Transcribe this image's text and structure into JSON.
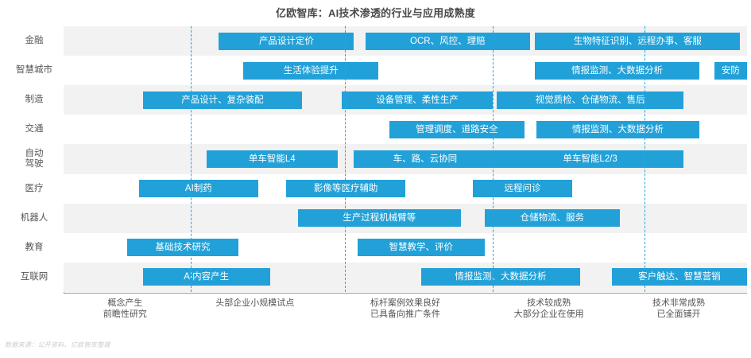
{
  "title": "亿欧智库：AI技术渗透的行业与应用成熟度",
  "source_note": "数据来源：公开资料、亿欧智库整理",
  "colors": {
    "bar": "#22a1d8",
    "gridline": "#2aa4da",
    "band": "#f2f2f2",
    "band_alt": "#ffffff",
    "axis": "#9a9a9a",
    "title_text": "#4a4a4a",
    "label_text": "#555555",
    "source_text": "#c9ccd1"
  },
  "chart_data": {
    "type": "bar",
    "title": "亿欧智库：AI技术渗透的行业与应用成熟度",
    "xlabel": "",
    "ylabel": "",
    "grid": true,
    "legend": "none",
    "x_axis_note": "成熟度阶段（从左到右由低到高），5 个阶段刻度，x 范围 0-100",
    "xlim": [
      0,
      100
    ],
    "stages": [
      {
        "index": 1,
        "center": 9,
        "label": "概念产生\n前瞻性研究"
      },
      {
        "index": 2,
        "center": 28,
        "label": "头部企业小规模试点"
      },
      {
        "index": 3,
        "center": 50,
        "label": "标杆案例效果良好\n已具备向推广条件"
      },
      {
        "index": 4,
        "center": 71,
        "label": "技术较成熟\n大部分企业在使用"
      },
      {
        "index": 5,
        "center": 90,
        "label": "技术非常成熟\n已全面铺开"
      }
    ],
    "gridlines": [
      18.6,
      41.2,
      62.8,
      85.0
    ],
    "categories": [
      "金融",
      "智慧城市",
      "制造",
      "交通",
      "自动\n驾驶",
      "医疗",
      "机器人",
      "教育",
      "互联网"
    ],
    "rows": [
      {
        "category": "金融",
        "bars": [
          {
            "label": "产品设计定价",
            "start": 22.7,
            "end": 42.5
          },
          {
            "label": "OCR、风控、理赔",
            "start": 44.2,
            "end": 68.2
          },
          {
            "label": "生物特征识别、远程办事、客服",
            "start": 69.0,
            "end": 99.0
          }
        ]
      },
      {
        "category": "智慧城市",
        "bars": [
          {
            "label": "生活体验提升",
            "start": 26.3,
            "end": 46.1
          },
          {
            "label": "情报监测、大数据分析",
            "start": 69.0,
            "end": 93.0
          },
          {
            "label": "安防",
            "start": 95.2,
            "end": 100.0
          }
        ]
      },
      {
        "category": "制造",
        "bars": [
          {
            "label": "产品设计、复杂装配",
            "start": 11.6,
            "end": 34.9
          },
          {
            "label": "设备管理、柔性生产",
            "start": 40.7,
            "end": 62.8
          },
          {
            "label": "视觉质检、仓储物流、售后",
            "start": 63.4,
            "end": 90.7
          }
        ]
      },
      {
        "category": "交通",
        "bars": [
          {
            "label": "管理调度、道路安全",
            "start": 47.7,
            "end": 67.4
          },
          {
            "label": "情报监测、大数据分析",
            "start": 69.2,
            "end": 93.0
          }
        ]
      },
      {
        "category": "自动\n驾驶",
        "bars": [
          {
            "label": "单车智能L4",
            "start": 20.9,
            "end": 40.1
          },
          {
            "label": "车、路、云协同",
            "start": 42.4,
            "end": 63.4
          },
          {
            "label": "单车智能L2/3",
            "start": 63.4,
            "end": 90.7
          }
        ]
      },
      {
        "category": "医疗",
        "bars": [
          {
            "label": "AI制药",
            "start": 11.0,
            "end": 28.5
          },
          {
            "label": "影像等医疗辅助",
            "start": 32.6,
            "end": 50.0
          },
          {
            "label": "远程问诊",
            "start": 59.9,
            "end": 74.4
          }
        ]
      },
      {
        "category": "机器人",
        "bars": [
          {
            "label": "生产过程机械臂等",
            "start": 34.3,
            "end": 58.1
          },
          {
            "label": "仓储物流、服务",
            "start": 61.6,
            "end": 81.4
          }
        ]
      },
      {
        "category": "教育",
        "bars": [
          {
            "label": "基础技术研究",
            "start": 9.3,
            "end": 25.6
          },
          {
            "label": "智慧教学、评价",
            "start": 43.0,
            "end": 61.6
          }
        ]
      },
      {
        "category": "互联网",
        "bars": [
          {
            "label": "AI内容产生",
            "start": 11.6,
            "end": 30.2
          },
          {
            "label": "情报监测、大数据分析",
            "start": 52.3,
            "end": 75.6
          },
          {
            "label": "客户触达、智慧营销",
            "start": 80.2,
            "end": 100.0
          }
        ]
      }
    ]
  }
}
